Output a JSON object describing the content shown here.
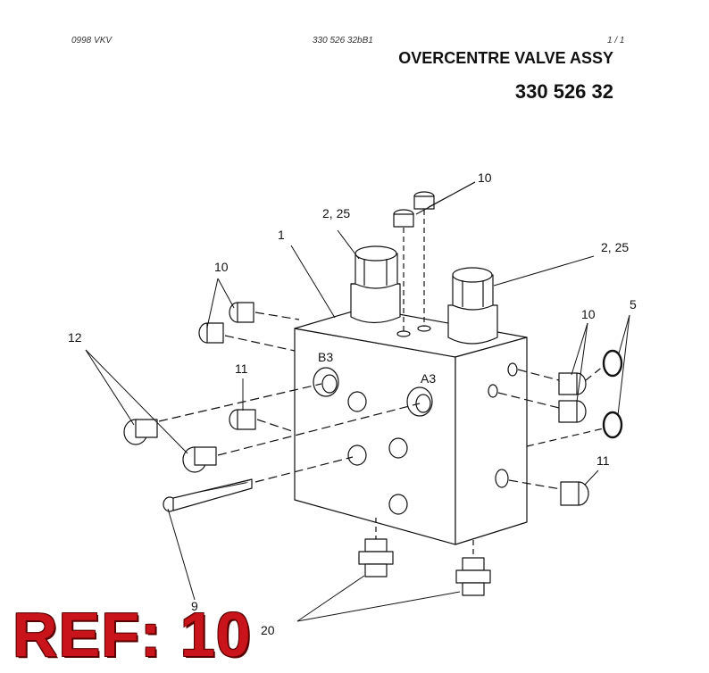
{
  "header": {
    "left": "0998  VKV",
    "center": "330 526 32bB1",
    "page": "1 / 1"
  },
  "title": "OVERCENTRE VALVE ASSY",
  "part_number": "330 526 32",
  "ref_label": "REF: 10",
  "ref_color": "#c8141a",
  "callouts": {
    "c10_top": "10",
    "c2_25_left": "2, 25",
    "c1": "1",
    "c2_25_right": "2, 25",
    "c10_left": "10",
    "c10_right": "10",
    "c5": "5",
    "c12": "12",
    "c11_left": "11",
    "c11_right": "11",
    "c9": "9",
    "c20": "20"
  },
  "port_labels": {
    "b3": "B3",
    "a3": "A3"
  }
}
